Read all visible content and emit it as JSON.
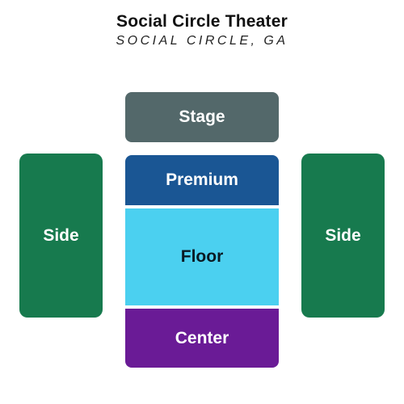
{
  "header": {
    "title": "Social Circle Theater",
    "subtitle": "SOCIAL CIRCLE, GA"
  },
  "sections": {
    "stage": {
      "label": "Stage",
      "color": "#53686a",
      "text_color": "#ffffff"
    },
    "premium": {
      "label": "Premium",
      "color": "#1a5694",
      "text_color": "#ffffff"
    },
    "floor": {
      "label": "Floor",
      "color": "#4bd0f0",
      "text_color": "#0a1a24"
    },
    "center": {
      "label": "Center",
      "color": "#6a1b96",
      "text_color": "#ffffff"
    },
    "side_left": {
      "label": "Side",
      "color": "#177a4e",
      "text_color": "#ffffff"
    },
    "side_right": {
      "label": "Side",
      "color": "#177a4e",
      "text_color": "#ffffff"
    }
  }
}
